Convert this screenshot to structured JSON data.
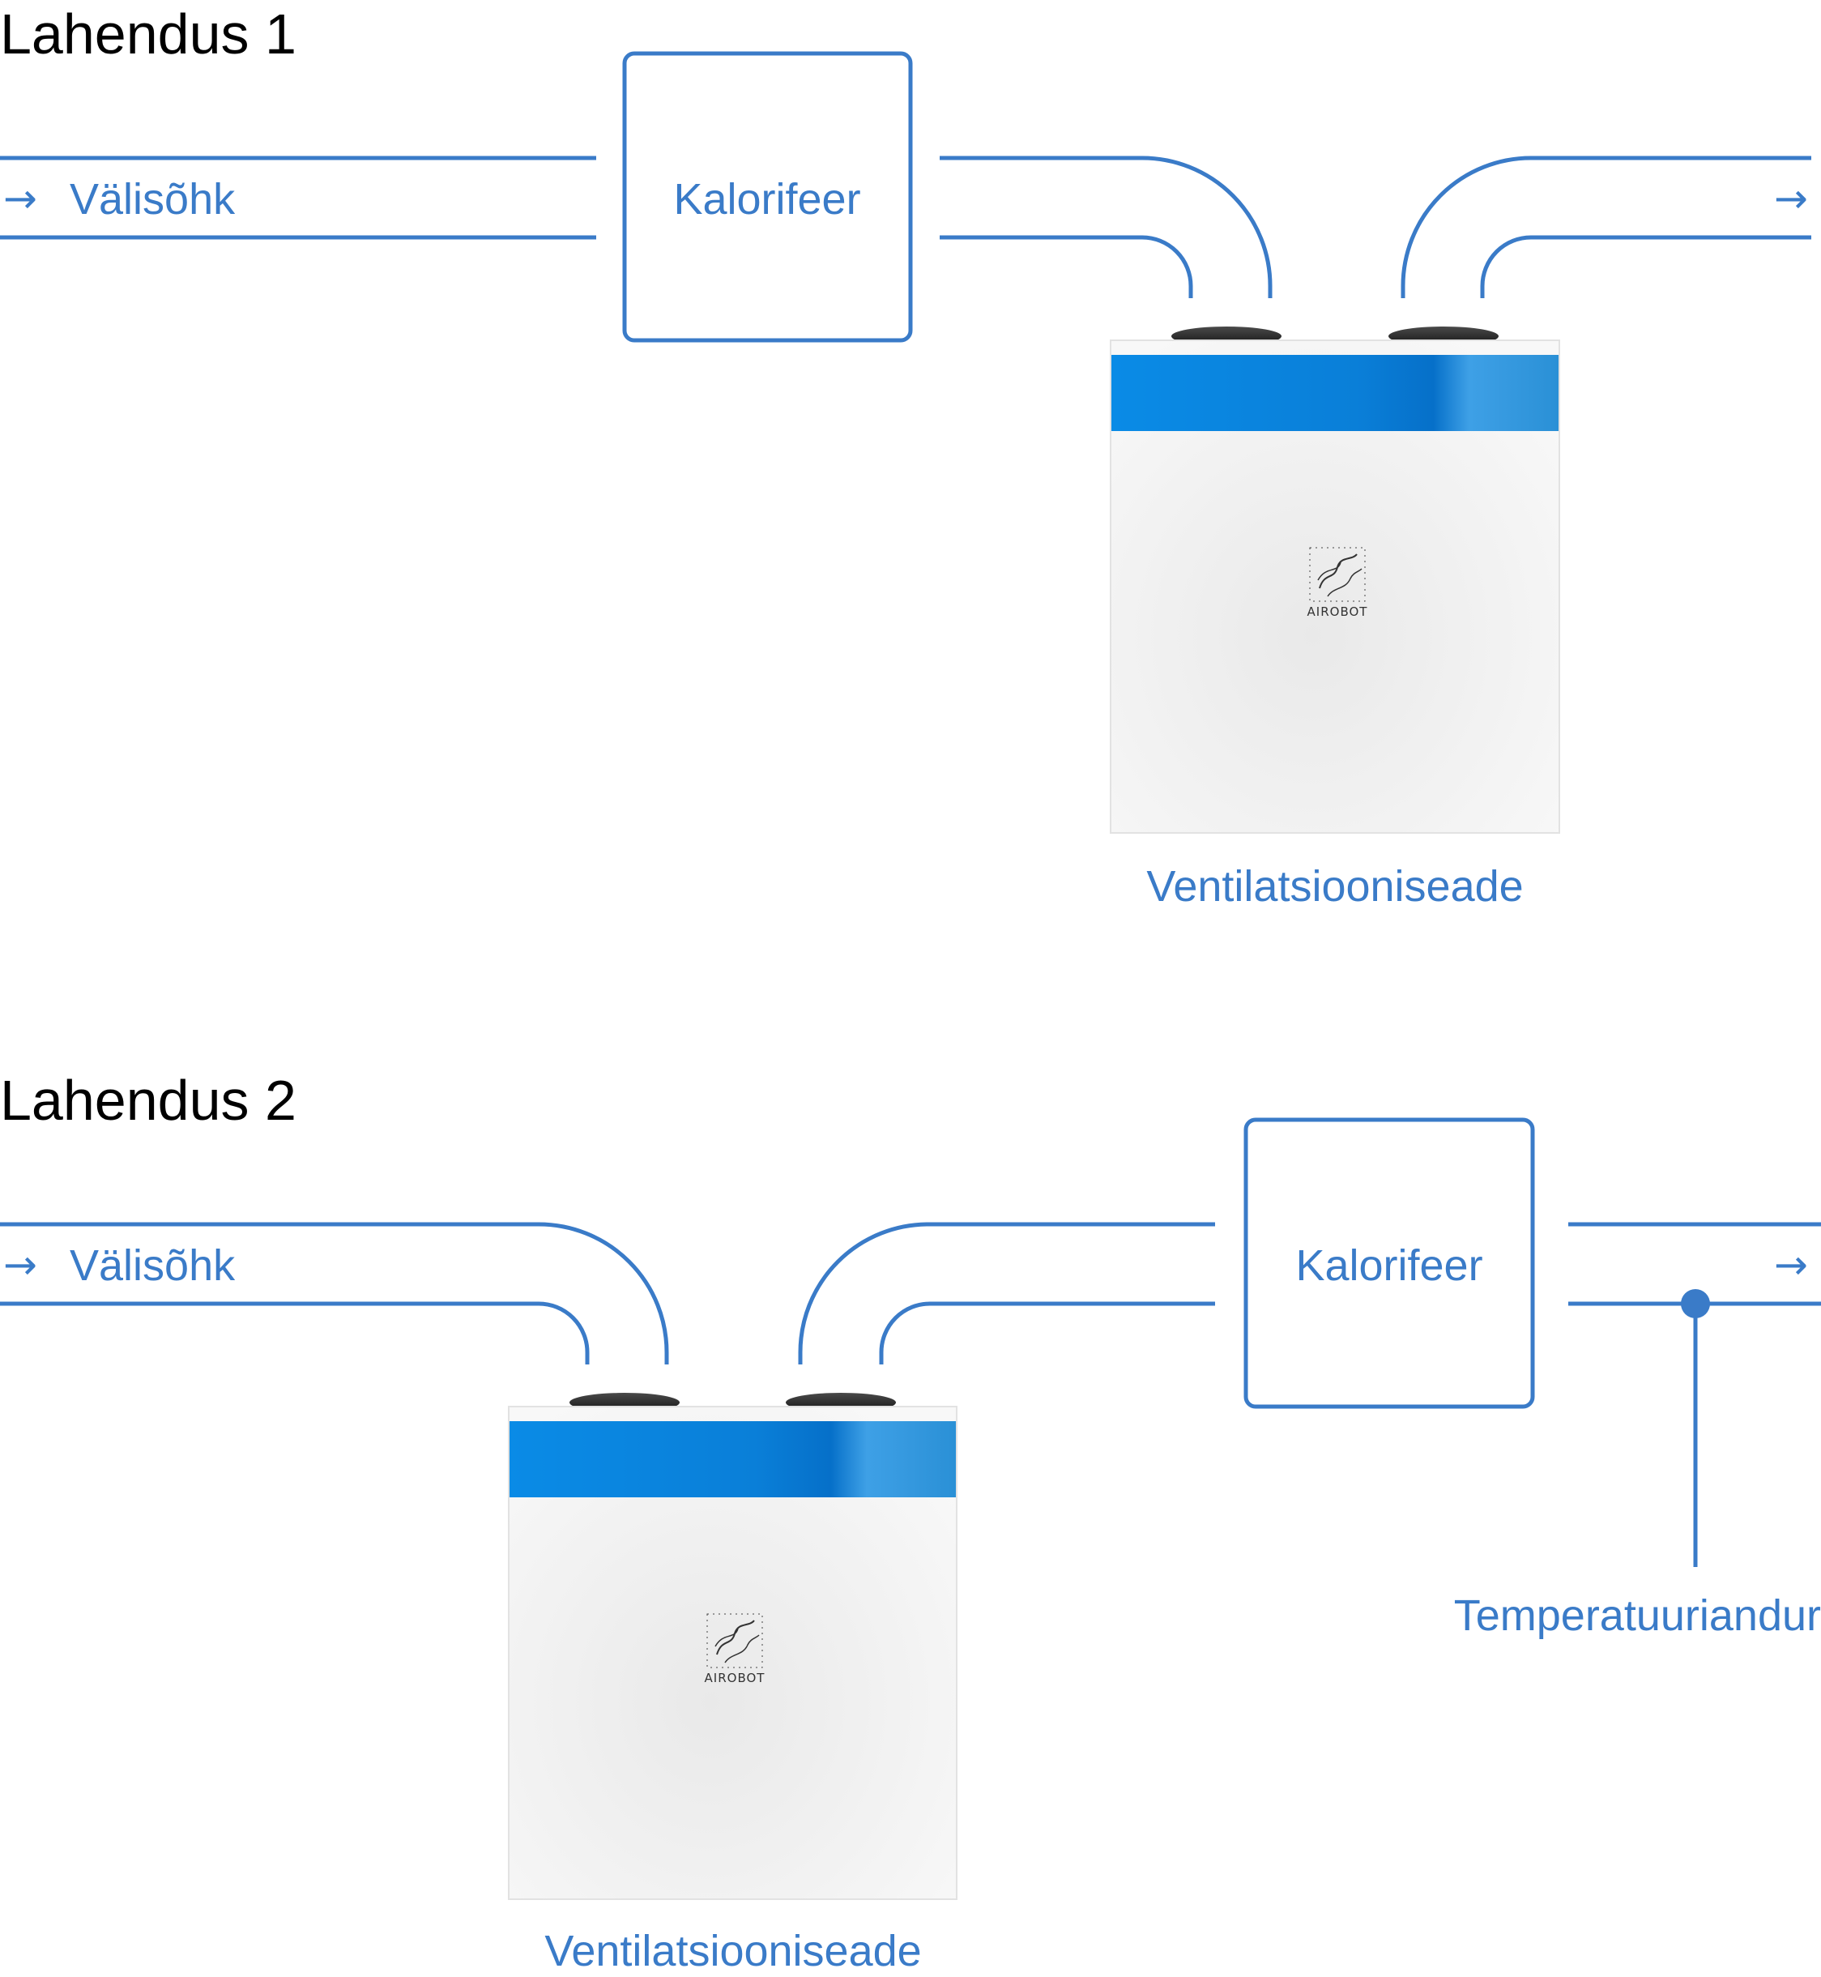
{
  "diagram": {
    "solution1": {
      "title": "Lahendus 1",
      "outdoor_air_label": "Välisõhk",
      "heater_label": "Kalorifeer",
      "unit_label": "Ventilatsiooniseade",
      "unit_logo": "AIROBOT",
      "inlet_arrow": "→",
      "outlet_arrow": "→"
    },
    "solution2": {
      "title": "Lahendus 2",
      "outdoor_air_label": "Välisõhk",
      "heater_label": "Kalorifeer",
      "unit_label": "Ventilatsiooniseade",
      "unit_logo": "AIROBOT",
      "sensor_label": "Temperatuuriandur",
      "inlet_arrow": "→",
      "outlet_arrow": "→"
    },
    "colors": {
      "line": "#3a7bc8",
      "unit_stripe": "#0a82d8",
      "title_text": "#000000"
    }
  }
}
